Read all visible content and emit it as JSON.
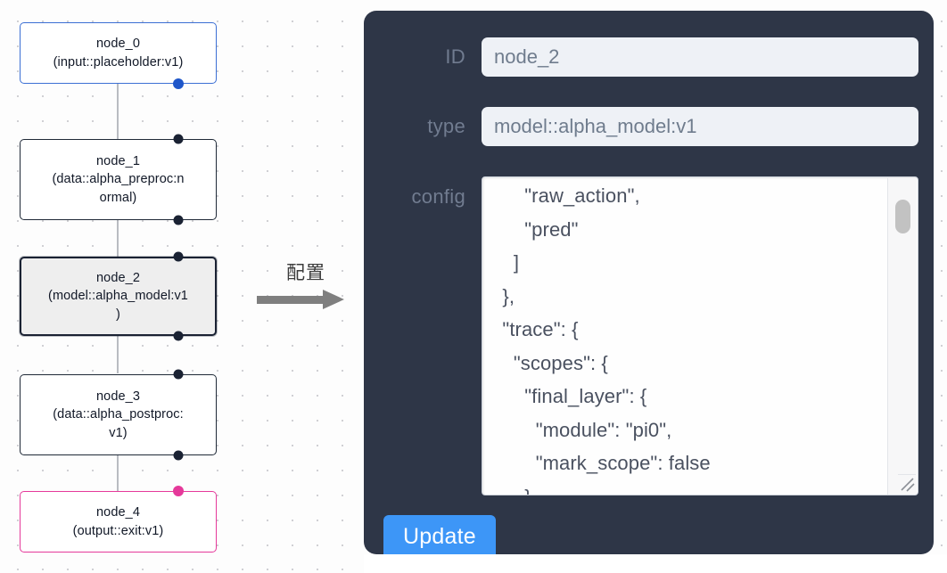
{
  "graph": {
    "nodes": [
      {
        "id": "node_0",
        "label_lines": [
          "node_0",
          "(input::placeholder:v1)"
        ],
        "role": "input",
        "selected": false
      },
      {
        "id": "node_1",
        "label_lines": [
          "node_1",
          "(data::alpha_preproc:n",
          "ormal)"
        ],
        "role": "default",
        "selected": false
      },
      {
        "id": "node_2",
        "label_lines": [
          "node_2",
          "(model::alpha_model:v1",
          ")"
        ],
        "role": "model",
        "selected": true
      },
      {
        "id": "node_3",
        "label_lines": [
          "node_3",
          "(data::alpha_postproc:",
          "v1)"
        ],
        "role": "default",
        "selected": false
      },
      {
        "id": "node_4",
        "label_lines": [
          "node_4",
          "(output::exit:v1)"
        ],
        "role": "output",
        "selected": false
      }
    ],
    "colors": {
      "input_border": "#3b6fd4",
      "output_border": "#e5399a",
      "default_border": "#1f2937",
      "selected_fill": "#eeeeee",
      "edge": "#b9bcc2"
    }
  },
  "annotation": {
    "text": "配置",
    "arrow": "right-arrow"
  },
  "panel": {
    "background": "#2e3647",
    "fields": {
      "id": {
        "label": "ID",
        "value": "node_2"
      },
      "type": {
        "label": "type",
        "value": "model::alpha_model:v1"
      },
      "config": {
        "label": "config",
        "value": "      \"raw_action\",\n      \"pred\"\n    ]\n  },\n  \"trace\": {\n    \"scopes\": {\n      \"final_layer\": {\n        \"module\": \"pi0\",\n        \"mark_scope\": false\n      },\n      \"action_model\": {"
      }
    },
    "update_button": {
      "label": "Update",
      "color": "#3d96f7"
    }
  }
}
